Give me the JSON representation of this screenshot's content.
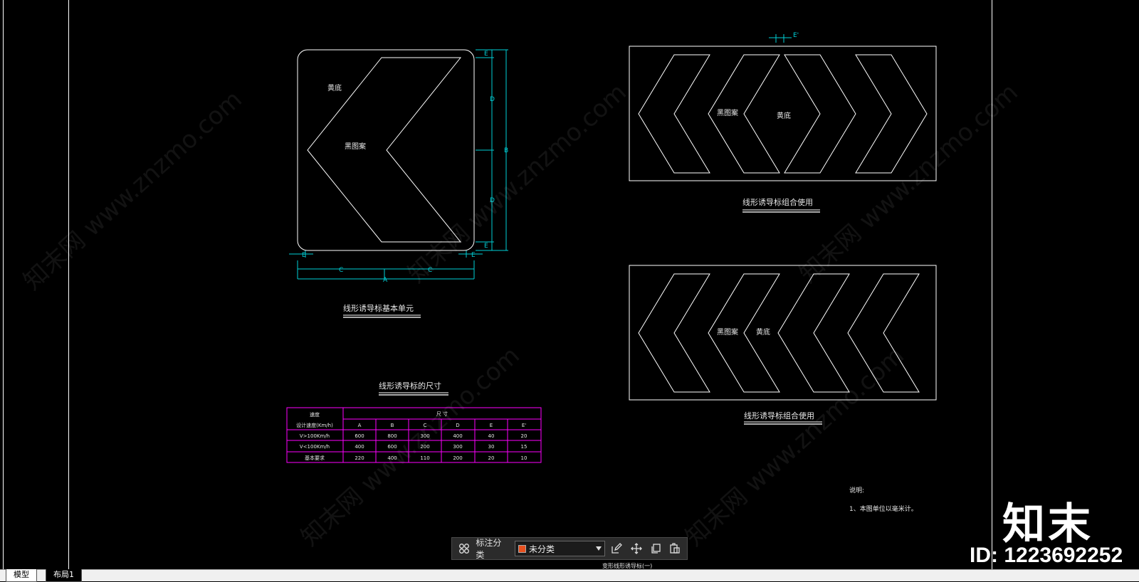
{
  "drawing": {
    "line_color": "#ffffff",
    "dimension_color": "#00cfd6",
    "table_color": "#ff00ff",
    "basic_unit": {
      "title": "线形诱导标基本单元",
      "label_background": "黄底",
      "label_pattern": "黑图案",
      "dim_labels": {
        "top_e": "E",
        "d1": "D",
        "b": "B",
        "d2": "D",
        "bottom_e": "E",
        "left_e": "E",
        "right_e": "E",
        "c1": "C",
        "c2": "C",
        "a": "A"
      }
    },
    "combo_1": {
      "title": "线形诱导标组合使用",
      "label_pattern": "黑图案",
      "label_background": "黄底",
      "dim_label": "E'"
    },
    "combo_2": {
      "title": "线形诱导标组合使用",
      "label_pattern": "黑图案",
      "label_background": "黄底"
    },
    "size_table": {
      "title": "线形诱导标的尺寸",
      "header_speed_1": "速度",
      "header_speed_2": "设计速度(Km/h)",
      "header_dims": "尺 寸",
      "columns": [
        "A",
        "B",
        "C",
        "D",
        "E",
        "E'"
      ],
      "rows": [
        {
          "label": "V>100Km/h",
          "values": [
            "600",
            "800",
            "300",
            "400",
            "40",
            "20"
          ]
        },
        {
          "label": "V<100Km/h",
          "values": [
            "400",
            "600",
            "200",
            "300",
            "30",
            "15"
          ]
        },
        {
          "label": "基本要求",
          "values": [
            "220",
            "400",
            "110",
            "200",
            "20",
            "10"
          ]
        }
      ]
    },
    "notes": {
      "heading": "说明:",
      "line1": "1、本图单位以毫米计。"
    },
    "footer_caption": "变形线形诱导标(一)"
  },
  "toolbar": {
    "label": "标注分类",
    "selected_layer": "未分类",
    "layer_color": "#e8501e",
    "icons": [
      "grid-icon",
      "edit-icon",
      "move-icon",
      "copy-icon",
      "paste-icon"
    ]
  },
  "tabs": {
    "model": "模型",
    "layout": "布局1"
  },
  "watermark": {
    "text": "知末网 www.znzmo.com",
    "brand_logo": "知末",
    "brand_id": "ID: 1223692252"
  }
}
